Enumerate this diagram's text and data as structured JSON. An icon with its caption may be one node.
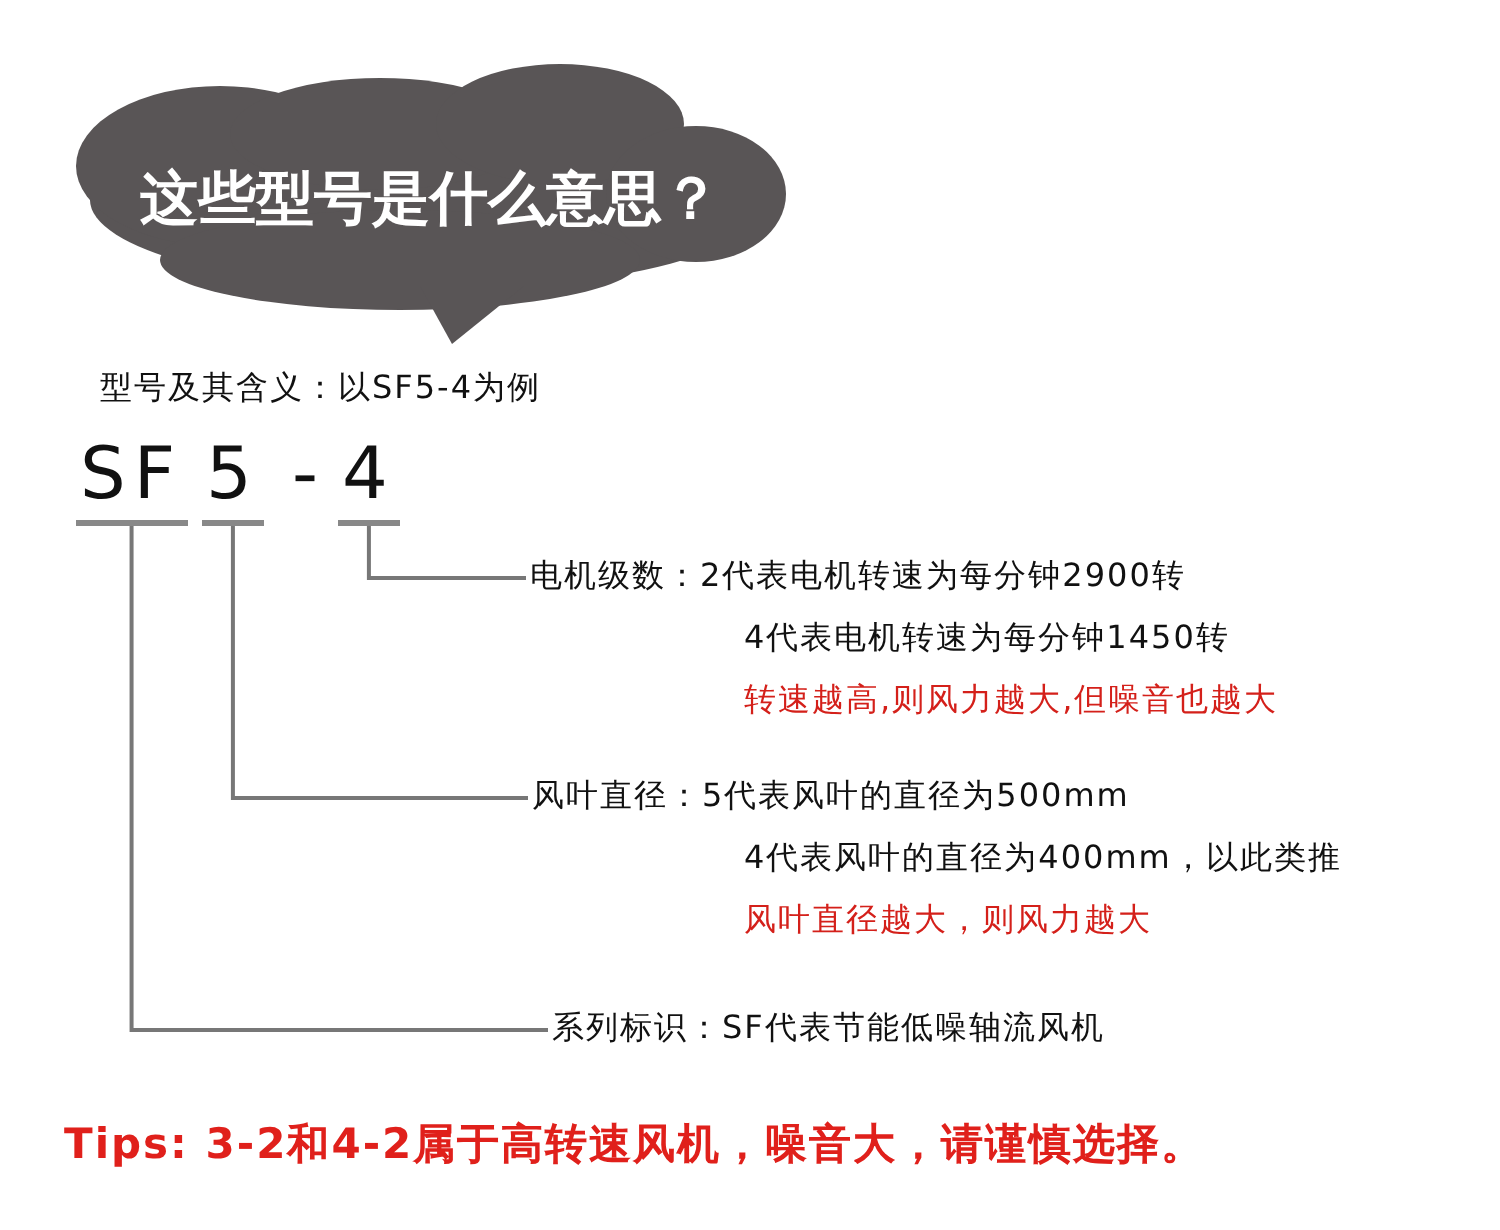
{
  "diagram": {
    "nodes": [
      {
        "text": [
          "这些型号是什么意思？"
        ]
      },
      {
        "text": [
          "SF"
        ]
      },
      {
        "text": [
          "5"
        ]
      },
      {
        "text": [
          "4"
        ]
      },
      {
        "text": [
          "电机级数：2代表电机转速为每分钟2900转",
          "4代表电机转速为每分钟1450转",
          "转速越高,则风力越大,但噪音也越大"
        ]
      },
      {
        "text": [
          "风叶直径：5代表风叶的直径为500mm",
          "4代表风叶的直径为400mm，以此类推",
          "风叶直径越大，则风力越大"
        ]
      },
      {
        "text": [
          "系列标识：SF代表节能低噪轴流风机"
        ]
      }
    ],
    "edges": [
      {
        "from": 3,
        "to": 4,
        "arrow": "none"
      },
      {
        "from": 2,
        "to": 5,
        "arrow": "none"
      },
      {
        "from": 1,
        "to": 6,
        "arrow": "none"
      }
    ],
    "labels": [
      "型号及其含义：以SF5-4为例",
      "-",
      "Tips: 3-2和4-2属于高转速风机，噪音大，请谨慎选择。"
    ]
  }
}
